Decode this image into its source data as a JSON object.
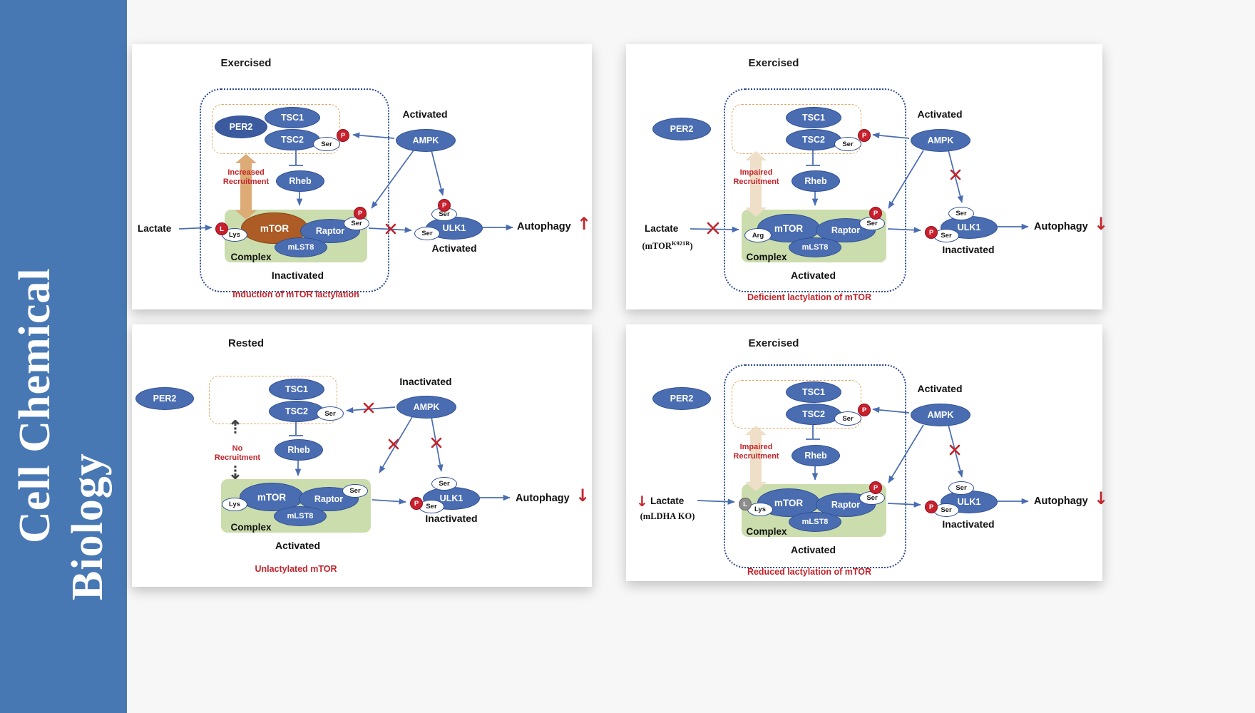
{
  "journal": {
    "line1": "Cell Chemical",
    "line2": "Biology"
  },
  "molecules": {
    "per2": "PER2",
    "tsc1": "TSC1",
    "tsc2": "TSC2",
    "rheb": "Rheb",
    "ampk": "AMPK",
    "mtor": "mTOR",
    "raptor": "Raptor",
    "mlst8": "mLST8",
    "ulk1": "ULK1"
  },
  "tags": {
    "ser": "Ser",
    "lys": "Lys",
    "arg": "Arg",
    "p": "P",
    "l": "L"
  },
  "colors": {
    "sidebar_blue": "#4878b4",
    "node_blue": "#4a6db2",
    "per2_dark_blue": "#3c5b9e",
    "mtor_brown": "#ad5c25",
    "complex_green": "#cbddad",
    "accent_red": "#c2242b",
    "phosphate_red": "#c9202e",
    "recruit_tan": "#dcab76",
    "recruit_tan_pale": "#f0dfc8",
    "dashed_box_orange": "#e2a968",
    "dotted_cell_blue": "#2a4a8f"
  },
  "panels": [
    {
      "condition": "Exercised",
      "ampk_state": "Activated",
      "recruitment1": "Increased",
      "recruitment2": "Recruitment",
      "lactate": "Lactate",
      "complex": "Complex",
      "complex_state": "Inactivated",
      "ulk1_state": "Activated",
      "autophagy": "Autophagy",
      "autophagy_arrow": "↑",
      "caption": "Induction of mTOR lactylation"
    },
    {
      "condition": "Exercised",
      "ampk_state": "Activated",
      "recruitment1": "Impaired",
      "recruitment2": "Recruitment",
      "lactate": "Lactate",
      "mutant_open": "(mTOR",
      "mutant_sup": "K921R",
      "mutant_close": ")",
      "complex": "Complex",
      "complex_state": "Activated",
      "ulk1_state": "Inactivated",
      "autophagy": "Autophagy",
      "autophagy_arrow": "↓",
      "caption": "Deficient lactylation of mTOR"
    },
    {
      "condition": "Rested",
      "ampk_state": "Inactivated",
      "recruitment1": "No",
      "recruitment2": "Recruitment",
      "up_dashed": "⇡",
      "down_dashed": "⇣",
      "complex": "Complex",
      "complex_state": "Activated",
      "ulk1_state": "Inactivated",
      "autophagy": "Autophagy",
      "autophagy_arrow": "↓",
      "caption": "Unlactylated mTOR"
    },
    {
      "condition": "Exercised",
      "ampk_state": "Activated",
      "recruitment1": "Impaired",
      "recruitment2": "Recruitment",
      "lactate": "Lactate",
      "lactate_arrow": "↓",
      "genotype": "(mLDHA KO)",
      "complex": "Complex",
      "complex_state": "Activated",
      "ulk1_state": "Inactivated",
      "autophagy": "Autophagy",
      "autophagy_arrow": "↓",
      "caption": "Reduced lactylation of mTOR"
    }
  ]
}
